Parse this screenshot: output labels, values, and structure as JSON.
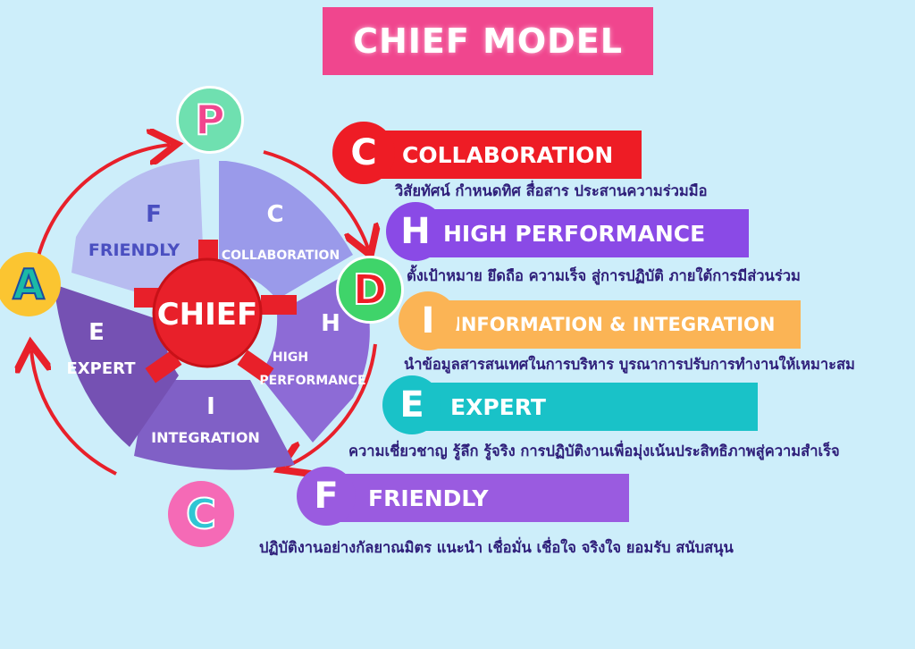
{
  "title": "CHIEF MODEL",
  "wheel": {
    "center": "CHIEF",
    "segments": [
      {
        "letter": "C",
        "name": "COLLABORATION"
      },
      {
        "letter": "H",
        "name_line1": "HIGH",
        "name_line2": "PERFORMANCE"
      },
      {
        "letter": "I",
        "name": "INTEGRATION"
      },
      {
        "letter": "E",
        "name": "EXPERT"
      },
      {
        "letter": "F",
        "name": "FRIENDLY"
      }
    ]
  },
  "cycle_badges": [
    "P",
    "D",
    "C",
    "A"
  ],
  "items": [
    {
      "letter": "C",
      "title": "COLLABORATION",
      "desc": "วิสัยทัศน์ กำหนดทิศ สื่อสาร ประสานความร่วมมือ"
    },
    {
      "letter": "H",
      "title": "HIGH PERFORMANCE",
      "desc": "ตั้งเป้าหมาย ยึดถือ ความเร็จ สู่การปฏิบัติ ภายใต้การมีส่วนร่วม"
    },
    {
      "letter": "I",
      "title": "INFORMATION & INTEGRATION",
      "desc": "นำข้อมูลสารสนเทศในการบริหาร บูรณาการปรับการทำงานให้เหมาะสม"
    },
    {
      "letter": "E",
      "title": "EXPERT",
      "desc": "ความเชี่ยวชาญ รู้ลึก รู้จริง การปฏิบัติงานเพื่อมุ่งเน้นประสิทธิภาพสู่ความสำเร็จ"
    },
    {
      "letter": "F",
      "title": "FRIENDLY",
      "desc": "ปฏิบัติงานอย่างกัลยาณมิตร แนะนำ เชื่อมั่น  เชื่อใจ   จริงใจ  ยอมรับ สนับสนุน"
    }
  ],
  "colors": {
    "background": "#cdeefa",
    "title_bg": "#f0468e",
    "collaboration": "#ee1c25",
    "high_performance": "#8a4ae6",
    "information": "#fbb455",
    "expert": "#19c2c8",
    "friendly": "#9a5be0",
    "description_text": "#2f1f7a",
    "arrow": "#e8202a"
  }
}
